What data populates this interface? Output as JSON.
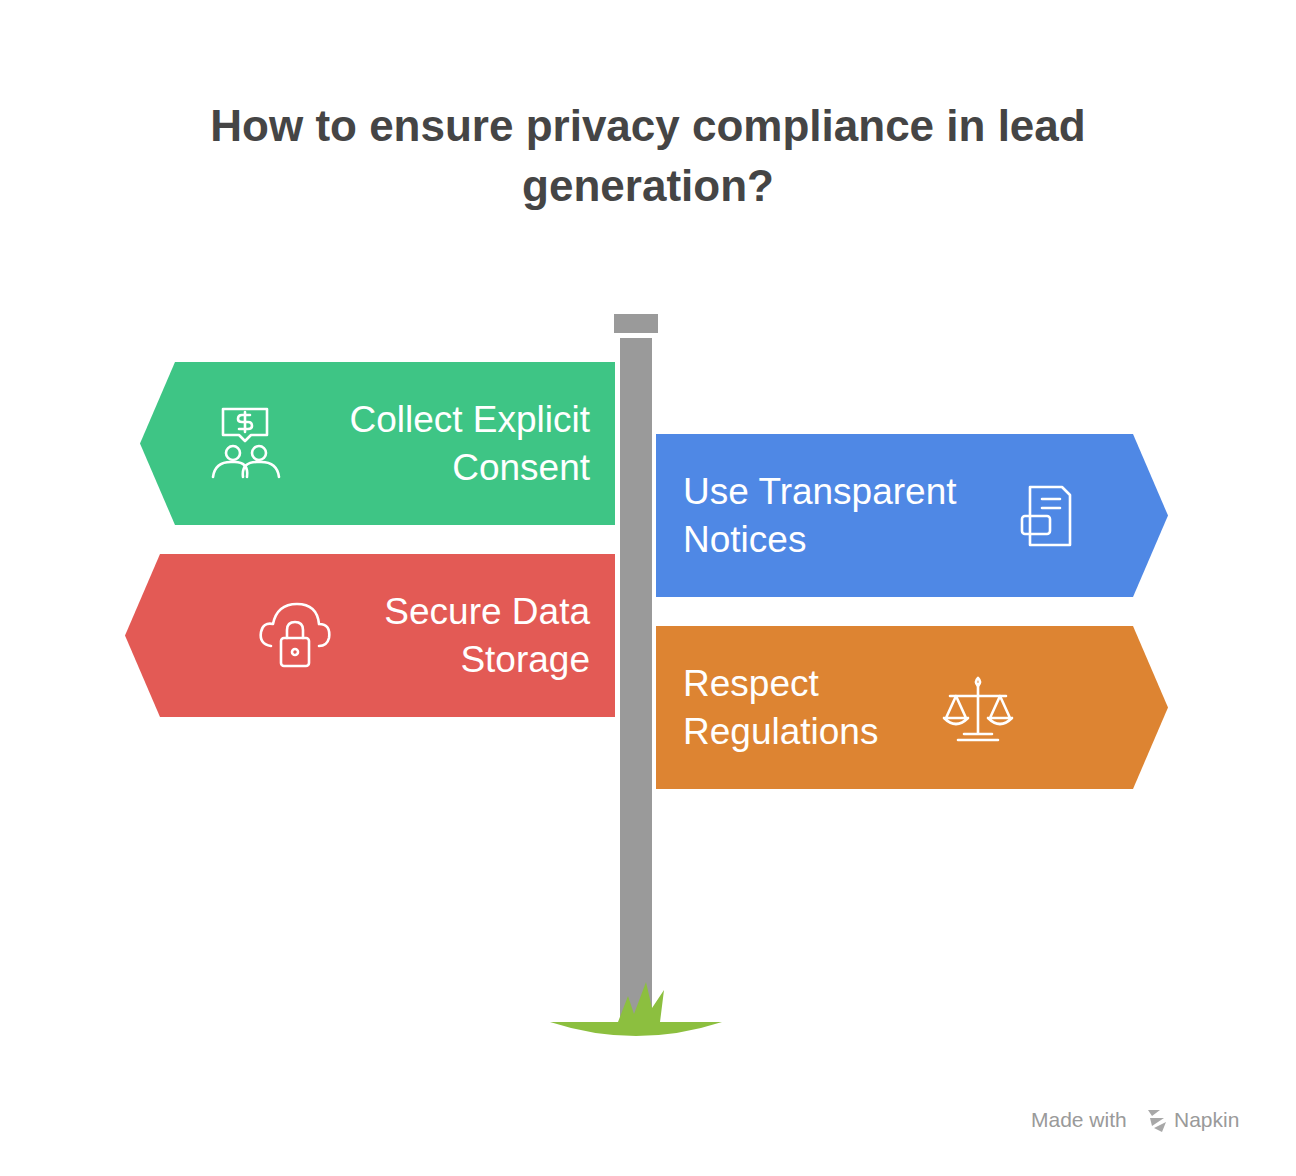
{
  "diagram": {
    "title": "How to ensure privacy compliance in lead generation?",
    "nodes": [
      {
        "text": [
          "Collect Explicit Consent"
        ]
      },
      {
        "text": [
          "Use Transparent Notices"
        ]
      },
      {
        "text": [
          "Secure Data Storage"
        ]
      },
      {
        "text": [
          "Respect Regulations"
        ]
      }
    ],
    "labels": [
      "Made with",
      "Napkin"
    ]
  }
}
